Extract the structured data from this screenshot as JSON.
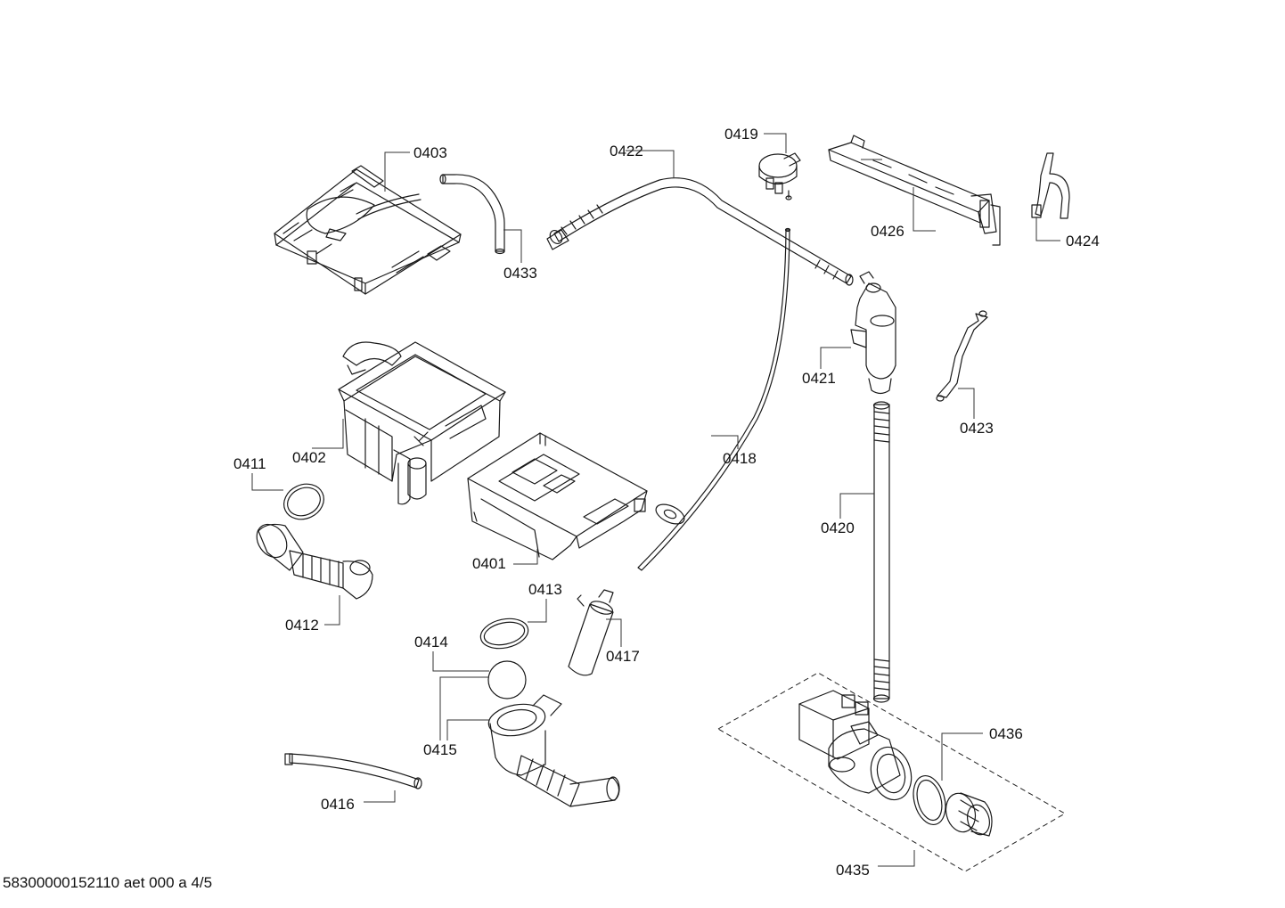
{
  "labels": {
    "p0401": "0401",
    "p0402": "0402",
    "p0403": "0403",
    "p0411": "0411",
    "p0412": "0412",
    "p0413": "0413",
    "p0414": "0414",
    "p0415": "0415",
    "p0416": "0416",
    "p0417": "0417",
    "p0418": "0418",
    "p0419": "0419",
    "p0420": "0420",
    "p0421": "0421",
    "p0422": "0422",
    "p0423": "0423",
    "p0424": "0424",
    "p0426": "0426",
    "p0433": "0433",
    "p0435": "0435",
    "p0436": "0436"
  },
  "footer": "58300000152110 aet 000 a 4/5"
}
